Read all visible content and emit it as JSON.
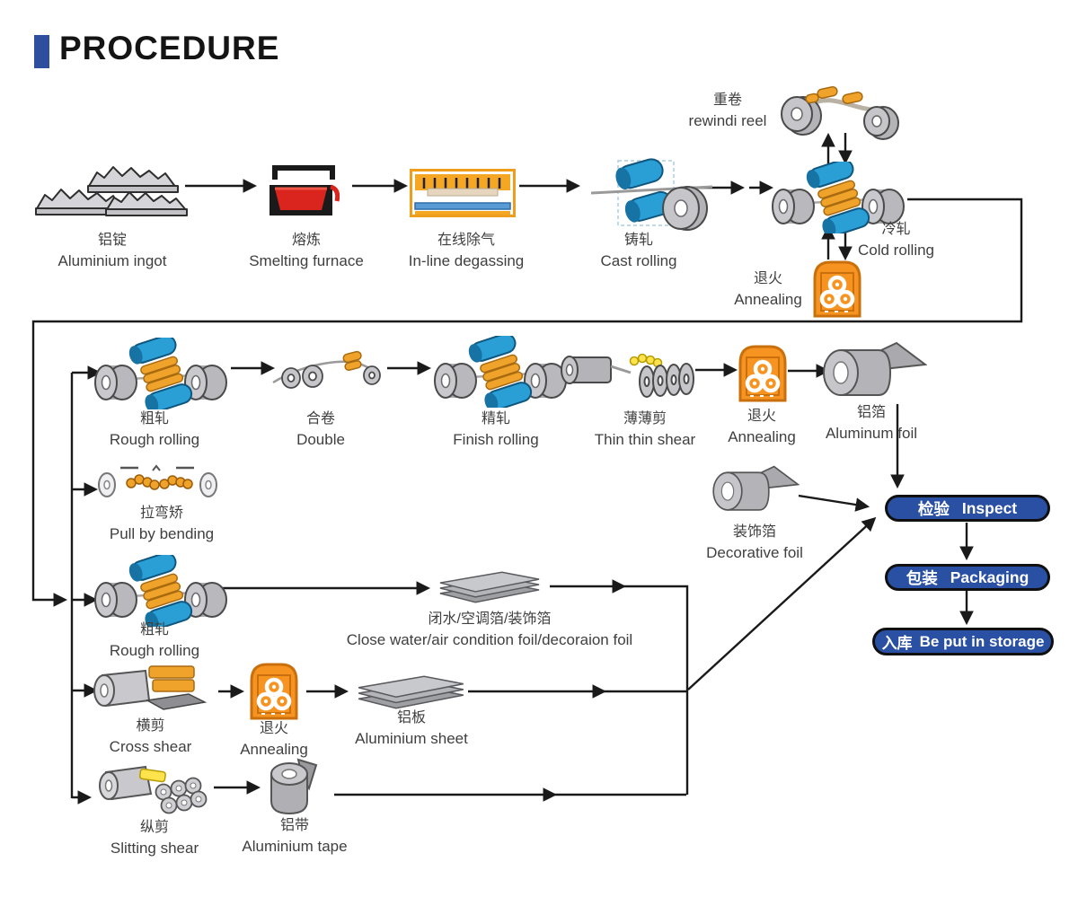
{
  "title": "PROCEDURE",
  "colors": {
    "accent_blue": "#2d4f9e",
    "pill_blue": "#2a50a3",
    "line_black": "#1a1a1a",
    "furnace_orange": "#f79421",
    "roller_blue": "#2a9fd6",
    "roller_orange": "#f0a32a",
    "coil_gray": "#b9b9bd",
    "molten_red": "#d9251d",
    "shear_yellow": "#ffe34d"
  },
  "steps": {
    "ingot": {
      "zh": "铝锭",
      "en": "Aluminium ingot"
    },
    "smelting": {
      "zh": "熔炼",
      "en": "Smelting furnace"
    },
    "degassing": {
      "zh": "在线除气",
      "en": "In-line degassing"
    },
    "cast_rolling": {
      "zh": "铸轧",
      "en": "Cast rolling"
    },
    "rewind_reel": {
      "zh": "重卷",
      "en": "rewindi reel"
    },
    "cold_rolling": {
      "zh": "冷轧",
      "en": "Cold rolling"
    },
    "annealing_top": {
      "zh": "退火",
      "en": "Annealing"
    },
    "rough_rolling_1": {
      "zh": "粗轧",
      "en": "Rough rolling"
    },
    "double": {
      "zh": "合卷",
      "en": "Double"
    },
    "finish_rolling": {
      "zh": "精轧",
      "en": "Finish rolling"
    },
    "thin_thin_shear": {
      "zh": "薄薄剪",
      "en": "Thin thin shear"
    },
    "annealing_2": {
      "zh": "退火",
      "en": "Annealing"
    },
    "aluminum_foil": {
      "zh": "铝箔",
      "en": "Aluminum foil"
    },
    "pull_by_bending": {
      "zh": "拉弯矫",
      "en": "Pull by bending"
    },
    "rough_rolling_2": {
      "zh": "粗轧",
      "en": "Rough rolling"
    },
    "close_water_foil": {
      "zh": "闭水/空调箔/装饰箔",
      "en": "Close water/air condition foil/decoraion foil"
    },
    "cross_shear": {
      "zh": "横剪",
      "en": "Cross shear"
    },
    "annealing_3": {
      "zh": "退火",
      "en": "Annealing"
    },
    "aluminium_sheet": {
      "zh": "铝板",
      "en": "Aluminium sheet"
    },
    "slitting_shear": {
      "zh": "纵剪",
      "en": "Slitting shear"
    },
    "aluminium_tape": {
      "zh": "铝带",
      "en": "Aluminium tape"
    },
    "decorative_foil": {
      "zh": "装饰箔",
      "en": "Decorative foil"
    }
  },
  "pills": {
    "inspect": {
      "zh": "检验",
      "en": "Inspect"
    },
    "packaging": {
      "zh": "包装",
      "en": "Packaging"
    },
    "storage": {
      "zh": "入库",
      "en": "Be put in storage"
    }
  }
}
